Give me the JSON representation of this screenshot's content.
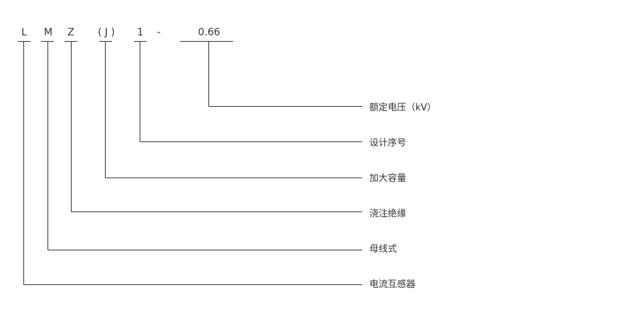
{
  "model_code": {
    "c1": "L",
    "c2": "M",
    "c3": "Z",
    "c4": "( J )",
    "c5": "1",
    "c6": "-",
    "c7": "0.66"
  },
  "descriptions": {
    "rated_voltage": "额定电压（kV）",
    "design_serial": "设计序号",
    "increased_capacity": "加大容量",
    "cast_insulation": "浇注绝缘",
    "busbar_type": "母线式",
    "current_transformer": "电流互感器"
  },
  "colors": {
    "line": "#333333",
    "text": "#333333"
  }
}
